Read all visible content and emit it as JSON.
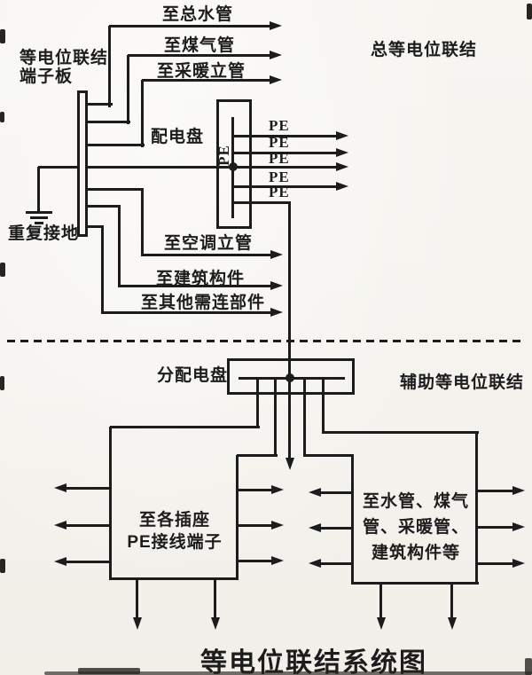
{
  "colors": {
    "ink": "#1c1c1c",
    "paper": "#f6f4ef"
  },
  "zones": {
    "main_bonding_label": "总等电位联结",
    "aux_bonding_label": "辅助等电位联结"
  },
  "terminal_board": {
    "label": "等电位联结\n端子板"
  },
  "ground": {
    "label": "重复接地"
  },
  "boards": {
    "distribution": "配电盘",
    "sub_distribution": "分配电盘"
  },
  "pe": "PE",
  "top_connections": [
    "至总水管",
    "至煤气管",
    "至采暖立管"
  ],
  "mid_connections": [
    "至空调立管",
    "至建筑构件",
    "至其他需连部件"
  ],
  "left_box": {
    "label": "至各插座\nPE接线端子"
  },
  "right_box": {
    "label": "至水管、煤气\n管、采暖管、\n建筑构件等"
  },
  "title": "等电位联结系统图"
}
